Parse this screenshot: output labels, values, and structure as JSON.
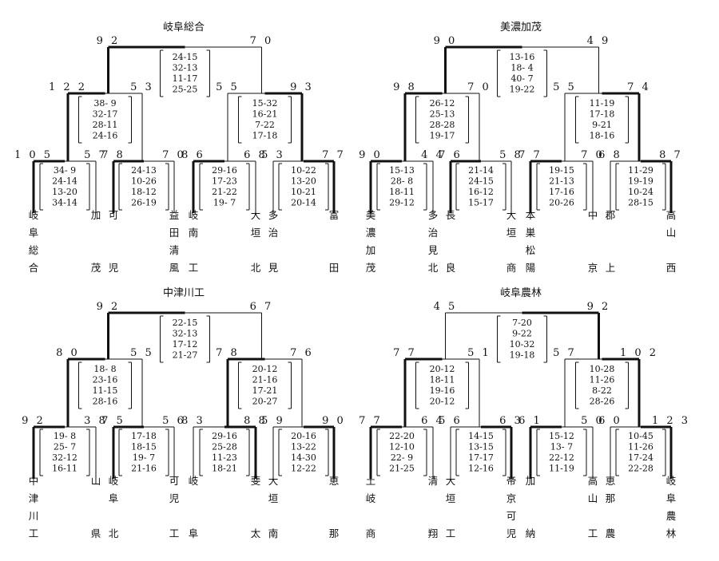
{
  "brackets": [
    {
      "champion": "岐阜総合",
      "final": {
        "scores": [
          "92",
          "70"
        ],
        "sets": [
          "24-15",
          "32-13",
          "11-17",
          "25-25"
        ],
        "winner": 0
      },
      "semis": [
        {
          "scores": [
            "122",
            "53"
          ],
          "sets": [
            "38- 9",
            "32-17",
            "28-11",
            "24-16"
          ],
          "winner": 0
        },
        {
          "scores": [
            "55",
            "93"
          ],
          "sets": [
            "15-32",
            "16-21",
            "7-22",
            "17-18"
          ],
          "winner": 1
        }
      ],
      "quarters": [
        {
          "scores": [
            "105",
            "57"
          ],
          "sets": [
            "34- 9",
            "24-14",
            "13-20",
            "34-14"
          ],
          "winner": 0
        },
        {
          "scores": [
            "78",
            "70"
          ],
          "sets": [
            "24-13",
            "10-26",
            "18-12",
            "26-19"
          ],
          "winner": 0
        },
        {
          "scores": [
            "86",
            "68"
          ],
          "sets": [
            "29-16",
            "17-23",
            "21-22",
            "19- 7"
          ],
          "winner": 0
        },
        {
          "scores": [
            "53",
            "77"
          ],
          "sets": [
            "10-22",
            "13-20",
            "10-21",
            "20-14"
          ],
          "winner": 1
        }
      ],
      "teams": [
        "岐阜総合",
        "加茂",
        "可児",
        "益田清風",
        "岐南工",
        "大垣北",
        "多治見",
        "富田"
      ],
      "team_rows": [
        [
          "岐",
          "",
          "",
          "合"
        ],
        [
          "",
          "",
          "",
          "茂"
        ],
        [
          "可",
          "",
          "",
          "児"
        ],
        [
          "益",
          "田",
          "清",
          "風"
        ],
        [
          "",
          "南",
          "",
          "工"
        ],
        [
          "大",
          "垣",
          "",
          "北"
        ],
        [
          "多",
          "治",
          "",
          "見"
        ],
        [
          "富",
          "",
          "",
          "田"
        ]
      ],
      "team_rows_fix": true
    },
    {
      "champion": "美濃加茂",
      "final": {
        "scores": [
          "90",
          "49"
        ],
        "sets": [
          "13-16",
          "18- 4",
          "40- 7",
          "19-22"
        ],
        "winner": 0
      },
      "semis": [
        {
          "scores": [
            "98",
            "70"
          ],
          "sets": [
            "26-12",
            "25-13",
            "28-28",
            "19-17"
          ],
          "winner": 0
        },
        {
          "scores": [
            "55",
            "74"
          ],
          "sets": [
            "11-19",
            "17-18",
            "9-21",
            "18-16"
          ],
          "winner": 1
        }
      ],
      "quarters": [
        {
          "scores": [
            "90",
            "44"
          ],
          "sets": [
            "15-13",
            "28- 8",
            "18-11",
            "29-12"
          ],
          "winner": 0
        },
        {
          "scores": [
            "76",
            "58"
          ],
          "sets": [
            "21-14",
            "24-15",
            "16-12",
            "15-17"
          ],
          "winner": 0
        },
        {
          "scores": [
            "77",
            "70"
          ],
          "sets": [
            "19-15",
            "21-13",
            "17-16",
            "20-26"
          ],
          "winner": 0
        },
        {
          "scores": [
            "68",
            "87"
          ],
          "sets": [
            "11-29",
            "19-19",
            "10-24",
            "28-15"
          ],
          "winner": 1
        }
      ],
      "teams": [
        "美濃加茂",
        "多治見北",
        "長良",
        "大垣商",
        "本巣松陽",
        "中京",
        "郡上",
        "高山西"
      ]
    },
    {
      "champion": "中津川工",
      "final": {
        "scores": [
          "92",
          "67"
        ],
        "sets": [
          "22-15",
          "32-13",
          "17-12",
          "21-27"
        ],
        "winner": 0
      },
      "semis": [
        {
          "scores": [
            "80",
            "55"
          ],
          "sets": [
            "18- 8",
            "23-16",
            "11-15",
            "28-16"
          ],
          "winner": 0
        },
        {
          "scores": [
            "78",
            "76"
          ],
          "sets": [
            "20-12",
            "21-16",
            "17-21",
            "20-27"
          ],
          "winner": 0
        }
      ],
      "quarters": [
        {
          "scores": [
            "92",
            "38"
          ],
          "sets": [
            "19- 8",
            "25- 7",
            "32-12",
            "16-11"
          ],
          "winner": 0
        },
        {
          "scores": [
            "75",
            "56"
          ],
          "sets": [
            "17-18",
            "18-15",
            "19- 7",
            "21-16"
          ],
          "winner": 0
        },
        {
          "scores": [
            "83",
            "88"
          ],
          "sets": [
            "29-16",
            "25-28",
            "11-23",
            "18-21"
          ],
          "winner": 1
        },
        {
          "scores": [
            "59",
            "90"
          ],
          "sets": [
            "20-16",
            "13-22",
            "14-30",
            "12-22"
          ],
          "winner": 1
        }
      ],
      "teams": [
        "中津川工",
        "山県",
        "岐阜北",
        "可児工",
        "岐阜",
        "斐太",
        "大垣南",
        "恵那"
      ]
    },
    {
      "champion": "岐阜農林",
      "final": {
        "scores": [
          "45",
          "92"
        ],
        "sets": [
          "7-20",
          "9-22",
          "10-32",
          "19-18"
        ],
        "winner": 1
      },
      "semis": [
        {
          "scores": [
            "77",
            "51"
          ],
          "sets": [
            "20-12",
            "18-11",
            "19-16",
            "20-12"
          ],
          "winner": 0
        },
        {
          "scores": [
            "57",
            "102"
          ],
          "sets": [
            "10-28",
            "11-26",
            "8-22",
            "28-26"
          ],
          "winner": 1
        }
      ],
      "quarters": [
        {
          "scores": [
            "77",
            "64"
          ],
          "sets": [
            "22-20",
            "12-10",
            "22- 9",
            "21-25"
          ],
          "winner": 0
        },
        {
          "scores": [
            "56",
            "63"
          ],
          "sets": [
            "14-15",
            "13-15",
            "17-17",
            "12-16"
          ],
          "winner": 1
        },
        {
          "scores": [
            "61",
            "50"
          ],
          "sets": [
            "15-12",
            "13- 7",
            "22-12",
            "11-19"
          ],
          "winner": 0
        },
        {
          "scores": [
            "60",
            "123"
          ],
          "sets": [
            "10-45",
            "11-26",
            "17-24",
            "22-28"
          ],
          "winner": 1
        }
      ],
      "teams": [
        "土岐商",
        "清翔",
        "大垣工",
        "帝京可児",
        "加納",
        "高山工",
        "恵那農",
        "岐阜農林"
      ]
    }
  ]
}
